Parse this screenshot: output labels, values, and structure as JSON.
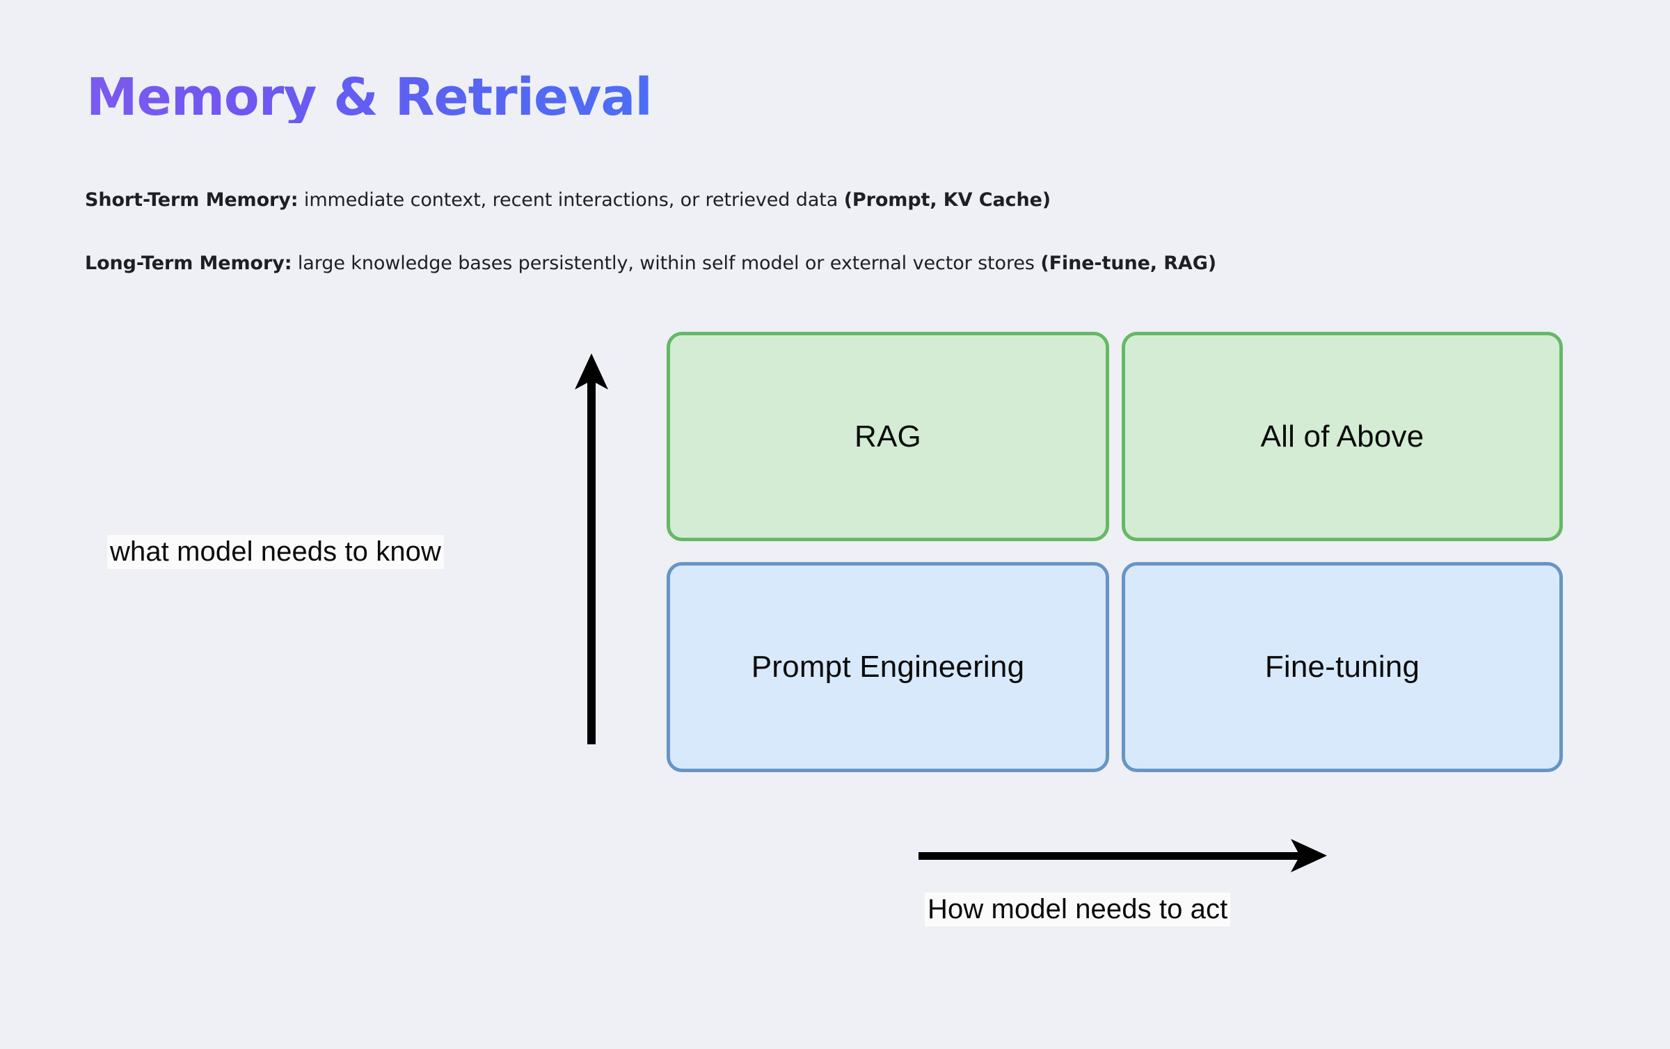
{
  "slide": {
    "title": "Memory & Retrieval",
    "background_color": "#eef0f5",
    "title_gradient_from": "#7b5bef",
    "title_gradient_to": "#4c6ef5"
  },
  "bullets": {
    "short_term": {
      "lead": "Short-Term Memory:",
      "body": " immediate context, recent interactions, or retrieved data ",
      "tail": "(Prompt, KV Cache)"
    },
    "long_term": {
      "lead": "Long-Term Memory:",
      "body": " large knowledge bases persistently, within self model or external vector stores ",
      "tail": "(Fine-tune, RAG)"
    }
  },
  "matrix": {
    "axes": {
      "y_label": "what model needs to know",
      "x_label": "How model needs to act",
      "y_arrow_icon": "arrow-up-icon",
      "x_arrow_icon": "arrow-right-icon",
      "arrow_color": "#000000"
    },
    "colors": {
      "green_fill": "#d3ecd3",
      "green_border": "#66b866",
      "blue_fill": "#d8e9fb",
      "blue_border": "#6795c4"
    },
    "cells": [
      {
        "id": "rag",
        "label": "RAG",
        "row": "top",
        "col": "left",
        "variant": "green"
      },
      {
        "id": "all-of-above",
        "label": "All of Above",
        "row": "top",
        "col": "right",
        "variant": "green"
      },
      {
        "id": "prompt-eng",
        "label": "Prompt Engineering",
        "row": "bottom",
        "col": "left",
        "variant": "blue"
      },
      {
        "id": "fine-tuning",
        "label": "Fine-tuning",
        "row": "bottom",
        "col": "right",
        "variant": "blue"
      }
    ]
  }
}
